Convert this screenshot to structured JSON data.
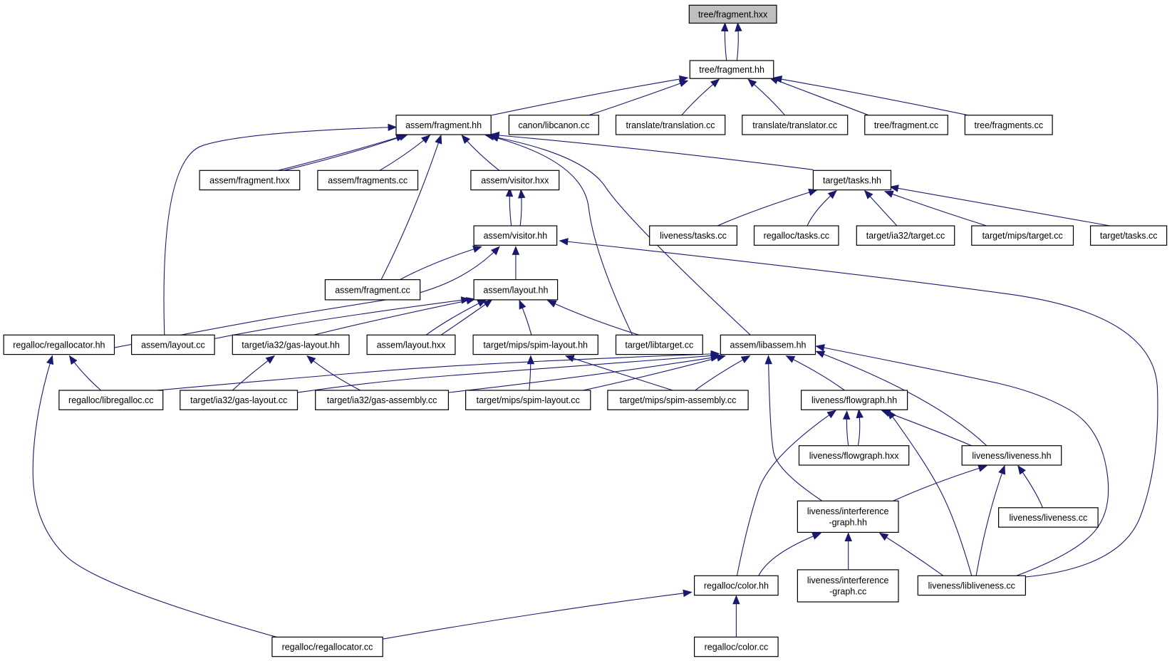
{
  "colors": {
    "edge": "#191970",
    "root_fill": "#bfbfbf",
    "node_fill": "#ffffff",
    "border": "#000000"
  },
  "nodes": [
    {
      "id": "tree-fragment-hxx",
      "lines": [
        "tree/fragment.hxx"
      ],
      "root": true
    },
    {
      "id": "tree-fragment-hh",
      "lines": [
        "tree/fragment.hh"
      ]
    },
    {
      "id": "assem-fragment-hh",
      "lines": [
        "assem/fragment.hh"
      ]
    },
    {
      "id": "canon-libcanon-cc",
      "lines": [
        "canon/libcanon.cc"
      ]
    },
    {
      "id": "translate-translation-cc",
      "lines": [
        "translate/translation.cc"
      ]
    },
    {
      "id": "translate-translator-cc",
      "lines": [
        "translate/translator.cc"
      ]
    },
    {
      "id": "tree-fragment-cc",
      "lines": [
        "tree/fragment.cc"
      ]
    },
    {
      "id": "tree-fragments-cc",
      "lines": [
        "tree/fragments.cc"
      ]
    },
    {
      "id": "assem-fragment-hxx",
      "lines": [
        "assem/fragment.hxx"
      ]
    },
    {
      "id": "assem-fragments-cc",
      "lines": [
        "assem/fragments.cc"
      ]
    },
    {
      "id": "assem-visitor-hxx",
      "lines": [
        "assem/visitor.hxx"
      ]
    },
    {
      "id": "target-tasks-hh",
      "lines": [
        "target/tasks.hh"
      ]
    },
    {
      "id": "assem-visitor-hh",
      "lines": [
        "assem/visitor.hh"
      ]
    },
    {
      "id": "liveness-tasks-cc",
      "lines": [
        "liveness/tasks.cc"
      ]
    },
    {
      "id": "regalloc-tasks-cc",
      "lines": [
        "regalloc/tasks.cc"
      ]
    },
    {
      "id": "target-ia32-target-cc",
      "lines": [
        "target/ia32/target.cc"
      ]
    },
    {
      "id": "target-mips-target-cc",
      "lines": [
        "target/mips/target.cc"
      ]
    },
    {
      "id": "target-tasks-cc",
      "lines": [
        "target/tasks.cc"
      ]
    },
    {
      "id": "assem-fragment-cc",
      "lines": [
        "assem/fragment.cc"
      ]
    },
    {
      "id": "assem-layout-hh",
      "lines": [
        "assem/layout.hh"
      ]
    },
    {
      "id": "regalloc-regallocator-hh",
      "lines": [
        "regalloc/regallocator.hh"
      ]
    },
    {
      "id": "assem-layout-cc",
      "lines": [
        "assem/layout.cc"
      ]
    },
    {
      "id": "target-ia32-gas-layout-hh",
      "lines": [
        "target/ia32/gas-layout.hh"
      ]
    },
    {
      "id": "assem-layout-hxx",
      "lines": [
        "assem/layout.hxx"
      ]
    },
    {
      "id": "target-mips-spim-layout-hh",
      "lines": [
        "target/mips/spim-layout.hh"
      ]
    },
    {
      "id": "target-libtarget-cc",
      "lines": [
        "target/libtarget.cc"
      ]
    },
    {
      "id": "assem-libassem-hh",
      "lines": [
        "assem/libassem.hh"
      ]
    },
    {
      "id": "regalloc-libregalloc-cc",
      "lines": [
        "regalloc/libregalloc.cc"
      ]
    },
    {
      "id": "target-ia32-gas-layout-cc",
      "lines": [
        "target/ia32/gas-layout.cc"
      ]
    },
    {
      "id": "target-ia32-gas-assembly-cc",
      "lines": [
        "target/ia32/gas-assembly.cc"
      ]
    },
    {
      "id": "target-mips-spim-layout-cc",
      "lines": [
        "target/mips/spim-layout.cc"
      ]
    },
    {
      "id": "target-mips-spim-assembly-cc",
      "lines": [
        "target/mips/spim-assembly.cc"
      ]
    },
    {
      "id": "liveness-flowgraph-hh",
      "lines": [
        "liveness/flowgraph.hh"
      ]
    },
    {
      "id": "liveness-flowgraph-hxx",
      "lines": [
        "liveness/flowgraph.hxx"
      ]
    },
    {
      "id": "liveness-liveness-hh",
      "lines": [
        "liveness/liveness.hh"
      ]
    },
    {
      "id": "liveness-interference-graph-hh",
      "lines": [
        "liveness/interference",
        "-graph.hh"
      ]
    },
    {
      "id": "liveness-liveness-cc",
      "lines": [
        "liveness/liveness.cc"
      ]
    },
    {
      "id": "regalloc-color-hh",
      "lines": [
        "regalloc/color.hh"
      ]
    },
    {
      "id": "liveness-interference-graph-cc",
      "lines": [
        "liveness/interference",
        "-graph.cc"
      ]
    },
    {
      "id": "liveness-libliveness-cc",
      "lines": [
        "liveness/libliveness.cc"
      ]
    },
    {
      "id": "regalloc-regallocator-cc",
      "lines": [
        "regalloc/regallocator.cc"
      ]
    },
    {
      "id": "regalloc-color-cc",
      "lines": [
        "regalloc/color.cc"
      ]
    }
  ]
}
